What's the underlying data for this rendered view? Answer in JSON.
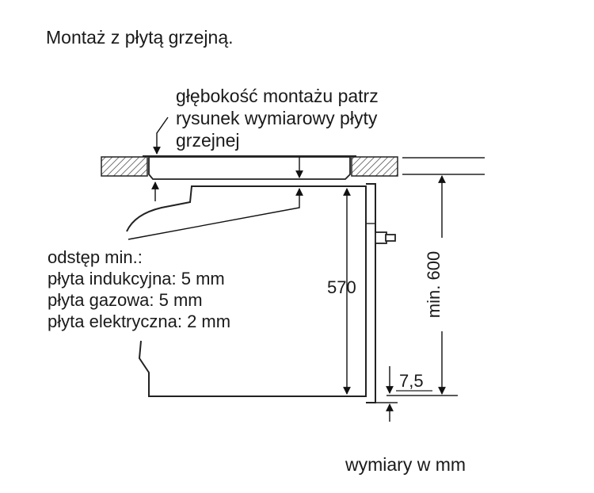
{
  "title": "Montaż z płytą grzejną.",
  "depth_note": [
    "głębokość montażu patrz",
    "rysunek wymiarowy płyty",
    "grzejnej"
  ],
  "gap_note": {
    "heading": "odstęp min.:",
    "lines": [
      "płyta indukcyjna: 5 mm",
      "płyta gazowa: 5 mm",
      "płyta elektryczna: 2 mm"
    ]
  },
  "dimensions": {
    "oven_height": "570",
    "offset": "7,5",
    "niche_height": "min. 600"
  },
  "footer": "wymiary w mm"
}
